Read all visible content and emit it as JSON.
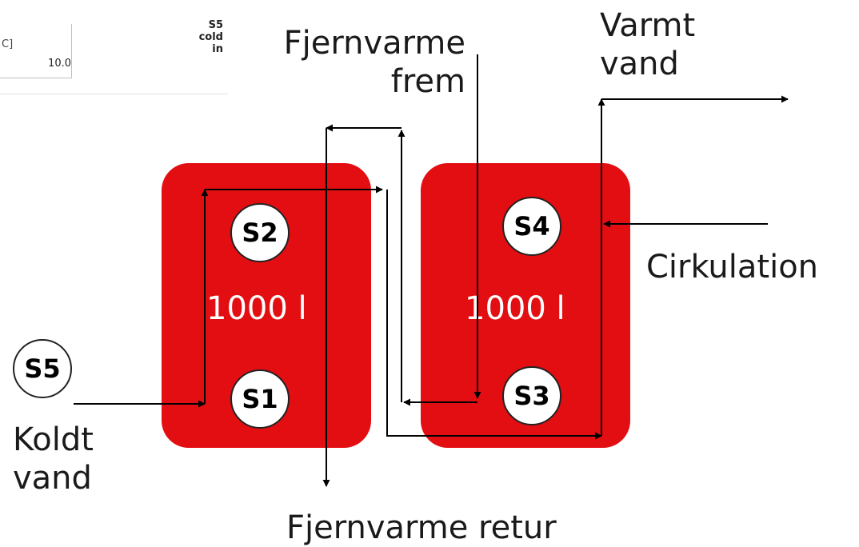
{
  "table_snippet": {
    "unit_fragment": "C]",
    "header": [
      "S5",
      "cold",
      "in"
    ],
    "value": "10.0"
  },
  "tanks": [
    {
      "id": "left",
      "volume": "1000 l"
    },
    {
      "id": "right",
      "volume": "1000 l"
    }
  ],
  "sensors": {
    "s1": "S1",
    "s2": "S2",
    "s3": "S3",
    "s4": "S4",
    "s5": "S5"
  },
  "labels": {
    "fjernvarme_frem": [
      "Fjernvarme",
      "frem"
    ],
    "varmt_vand": [
      "Varmt",
      "vand"
    ],
    "cirkulation": "Cirkulation",
    "koldt_vand": [
      "Koldt",
      "vand"
    ],
    "fjernvarme_retur": "Fjernvarme retur"
  },
  "colors": {
    "tank": "#e30e12",
    "pipe": "#000000"
  }
}
